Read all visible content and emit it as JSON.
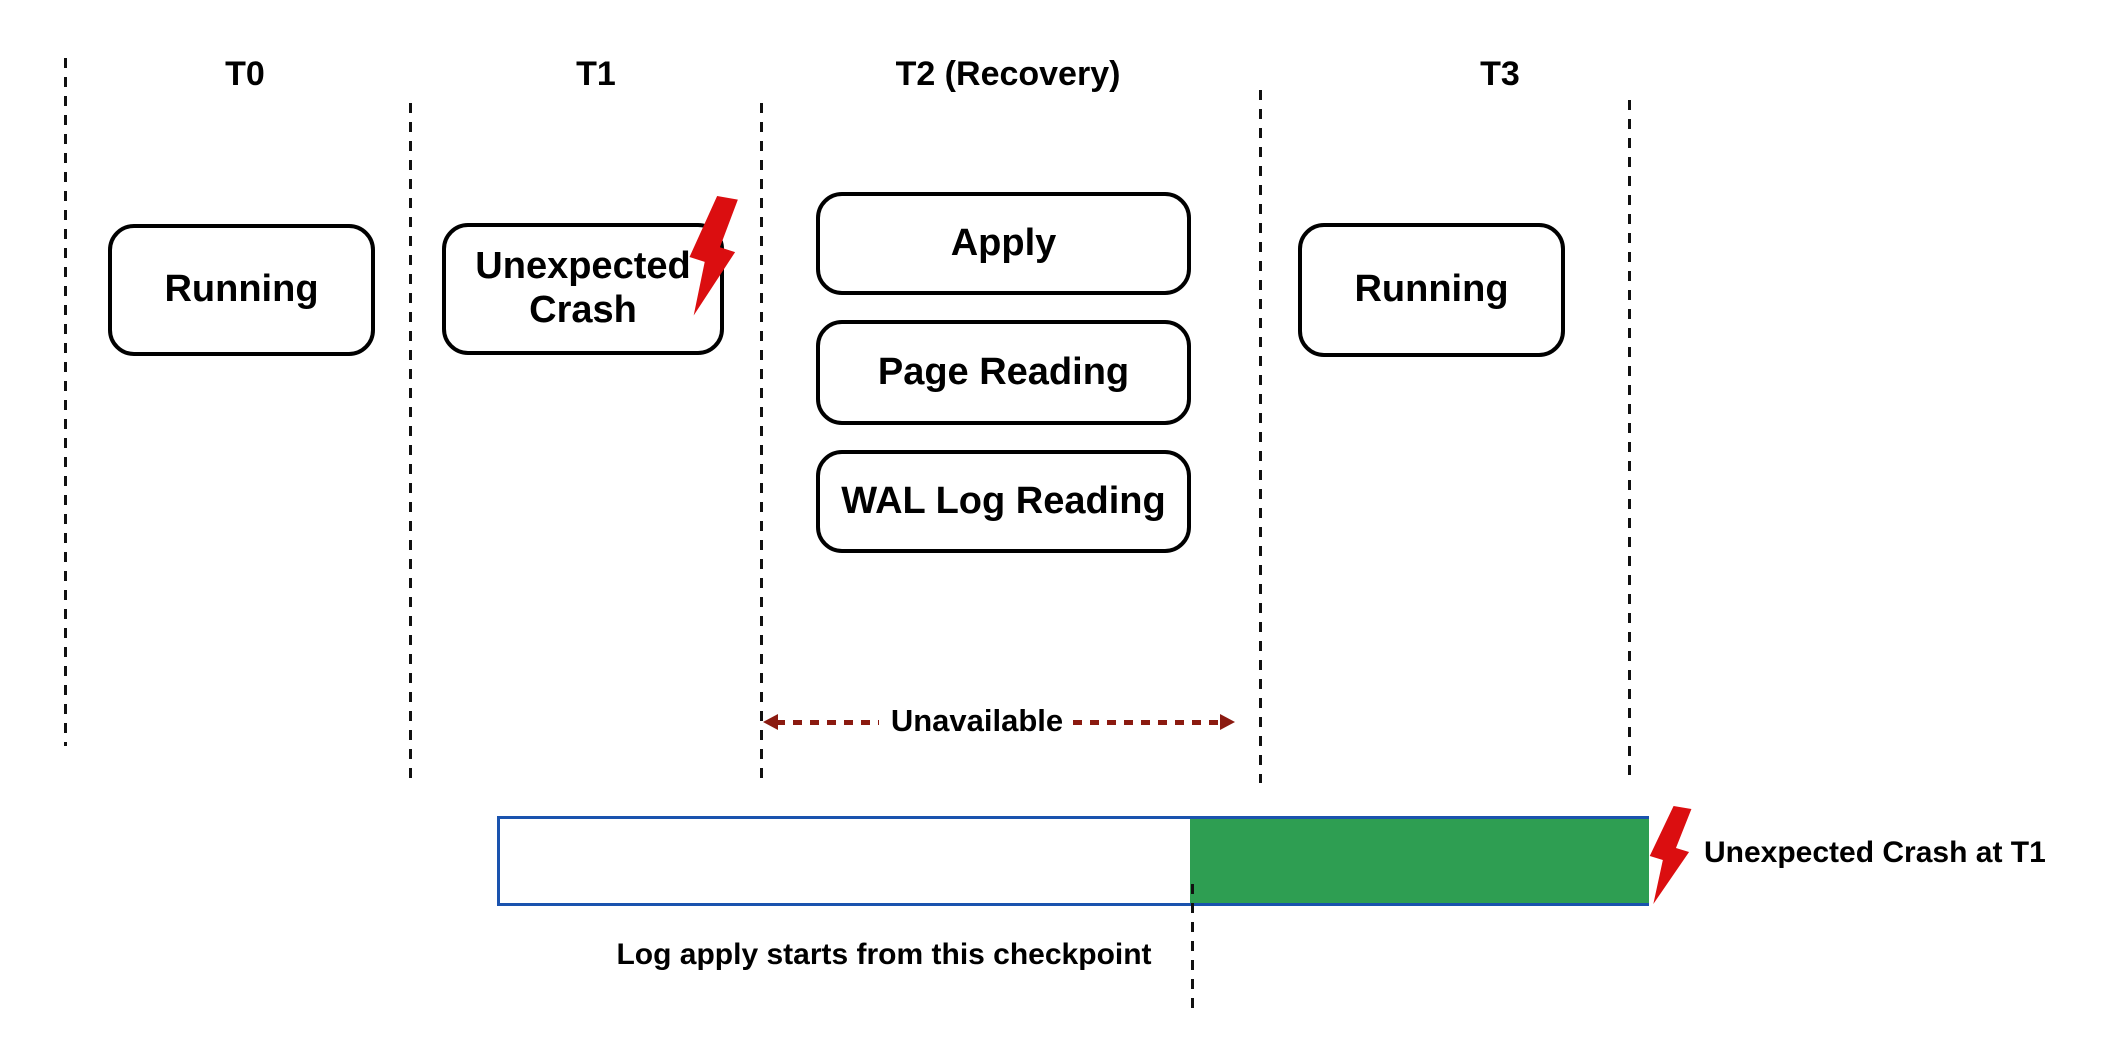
{
  "timeline": {
    "labels": [
      {
        "id": "t0",
        "text": "T0"
      },
      {
        "id": "t1",
        "text": "T1"
      },
      {
        "id": "t2",
        "text": "T2 (Recovery)"
      },
      {
        "id": "t3",
        "text": "T3"
      }
    ]
  },
  "phases": {
    "t0_state": "Running",
    "t1_state": "Unexpected Crash",
    "t2_steps": [
      "Apply",
      "Page Reading",
      "WAL Log Reading"
    ],
    "t3_state": "Running"
  },
  "annotations": {
    "unavailable": "Unavailable",
    "crash_note": "Unexpected Crash at T1",
    "checkpoint_note": "Log apply starts from this checkpoint"
  },
  "colors": {
    "bar-border": "#1a53ae",
    "bar-fill": "#2e9e52",
    "bolt-red": "#db0e10",
    "arrow-maroon": "#8b1a10",
    "line-black": "#111111"
  }
}
